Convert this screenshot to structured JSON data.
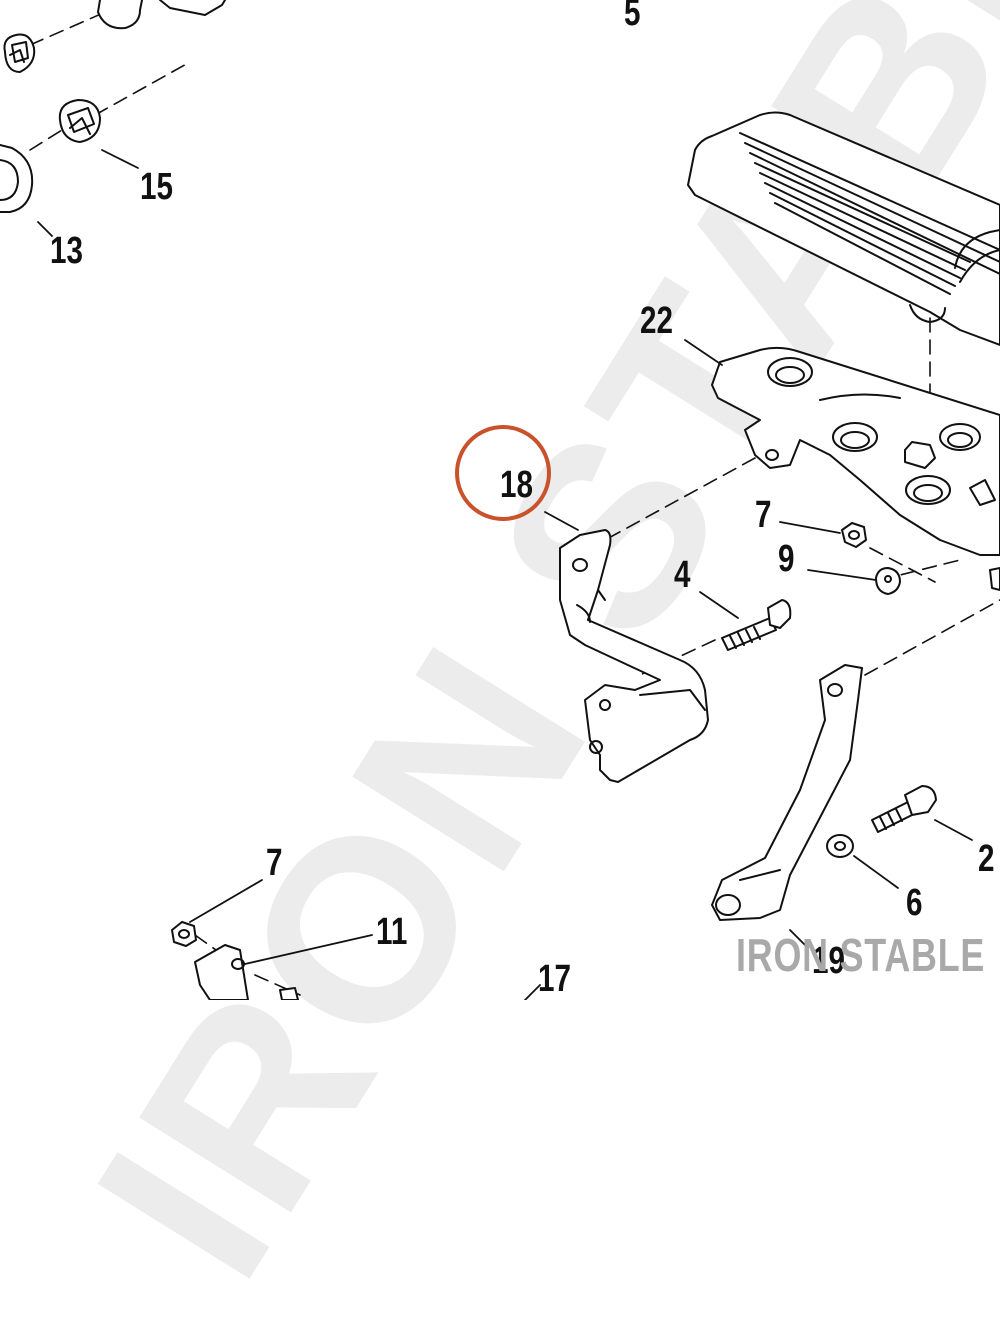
{
  "watermark": {
    "text": "IRON STABLE"
  },
  "brand_logo": {
    "text": "IRON STABLE",
    "color": "#a9a9a9"
  },
  "highlight": {
    "part": "18",
    "color": "#c9512b"
  },
  "callouts": {
    "c5": "5",
    "c15": "15",
    "c13": "13",
    "c22": "22",
    "c18": "18",
    "c7a": "7",
    "c9": "9",
    "c4": "4",
    "c2": "2",
    "c6": "6",
    "c7b": "7",
    "c11": "11",
    "c17": "17",
    "c19": "19"
  }
}
